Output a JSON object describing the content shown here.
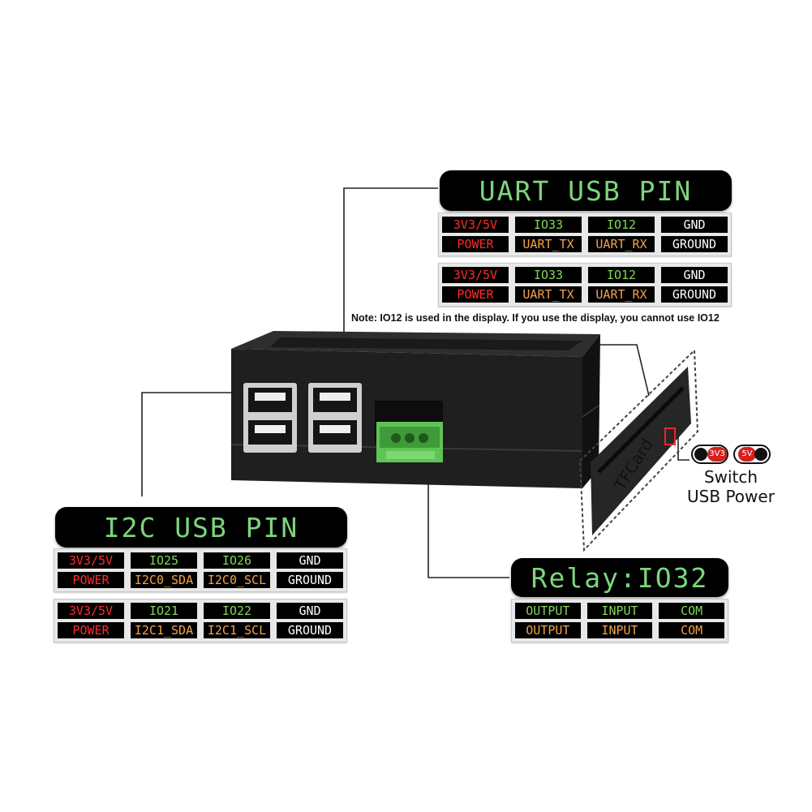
{
  "uart": {
    "title": "UART USB PIN",
    "tables": [
      {
        "rows": [
          [
            {
              "t": "3V3/5V",
              "c": "red"
            },
            {
              "t": "IO33",
              "c": "green"
            },
            {
              "t": "IO12",
              "c": "green"
            },
            {
              "t": "GND",
              "c": "white"
            }
          ],
          [
            {
              "t": "POWER",
              "c": "red"
            },
            {
              "t": "UART_TX",
              "c": "orange"
            },
            {
              "t": "UART_RX",
              "c": "orange"
            },
            {
              "t": "GROUND",
              "c": "white"
            }
          ]
        ]
      },
      {
        "rows": [
          [
            {
              "t": "3V3/5V",
              "c": "red"
            },
            {
              "t": "IO33",
              "c": "green"
            },
            {
              "t": "IO12",
              "c": "green"
            },
            {
              "t": "GND",
              "c": "white"
            }
          ],
          [
            {
              "t": "POWER",
              "c": "red"
            },
            {
              "t": "UART_TX",
              "c": "orange"
            },
            {
              "t": "UART_RX",
              "c": "orange"
            },
            {
              "t": "GROUND",
              "c": "white"
            }
          ]
        ]
      }
    ],
    "note": "Note: IO12 is used in the display. If you use the display, you cannot use IO12"
  },
  "i2c": {
    "title": "I2C USB PIN",
    "tables": [
      {
        "rows": [
          [
            {
              "t": "3V3/5V",
              "c": "red"
            },
            {
              "t": "IO25",
              "c": "green"
            },
            {
              "t": "IO26",
              "c": "green"
            },
            {
              "t": "GND",
              "c": "white"
            }
          ],
          [
            {
              "t": "POWER",
              "c": "red"
            },
            {
              "t": "I2C0_SDA",
              "c": "orange"
            },
            {
              "t": "I2C0_SCL",
              "c": "orange"
            },
            {
              "t": "GROUND",
              "c": "white"
            }
          ]
        ]
      },
      {
        "rows": [
          [
            {
              "t": "3V3/5V",
              "c": "red"
            },
            {
              "t": "IO21",
              "c": "green"
            },
            {
              "t": "IO22",
              "c": "green"
            },
            {
              "t": "GND",
              "c": "white"
            }
          ],
          [
            {
              "t": "POWER",
              "c": "red"
            },
            {
              "t": "I2C1_SDA",
              "c": "orange"
            },
            {
              "t": "I2C1_SCL",
              "c": "orange"
            },
            {
              "t": "GROUND",
              "c": "white"
            }
          ]
        ]
      }
    ]
  },
  "relay": {
    "title": "Relay:IO32",
    "tables": [
      {
        "rows": [
          [
            {
              "t": "OUTPUT",
              "c": "green"
            },
            {
              "t": "INPUT",
              "c": "green"
            },
            {
              "t": "COM",
              "c": "green"
            }
          ],
          [
            {
              "t": "OUTPUT",
              "c": "orange"
            },
            {
              "t": "INPUT",
              "c": "orange"
            },
            {
              "t": "COM",
              "c": "orange"
            }
          ]
        ]
      }
    ]
  },
  "switch": {
    "opt_a": "3V3",
    "opt_b": "5V",
    "line1": "Switch",
    "line2": "USB Power"
  },
  "tfcard": {
    "label": "TFCard"
  },
  "colors": {
    "red": "#ff2a2a",
    "green": "#7ed957",
    "orange": "#f2a24a",
    "title_green": "#7bd67b"
  }
}
